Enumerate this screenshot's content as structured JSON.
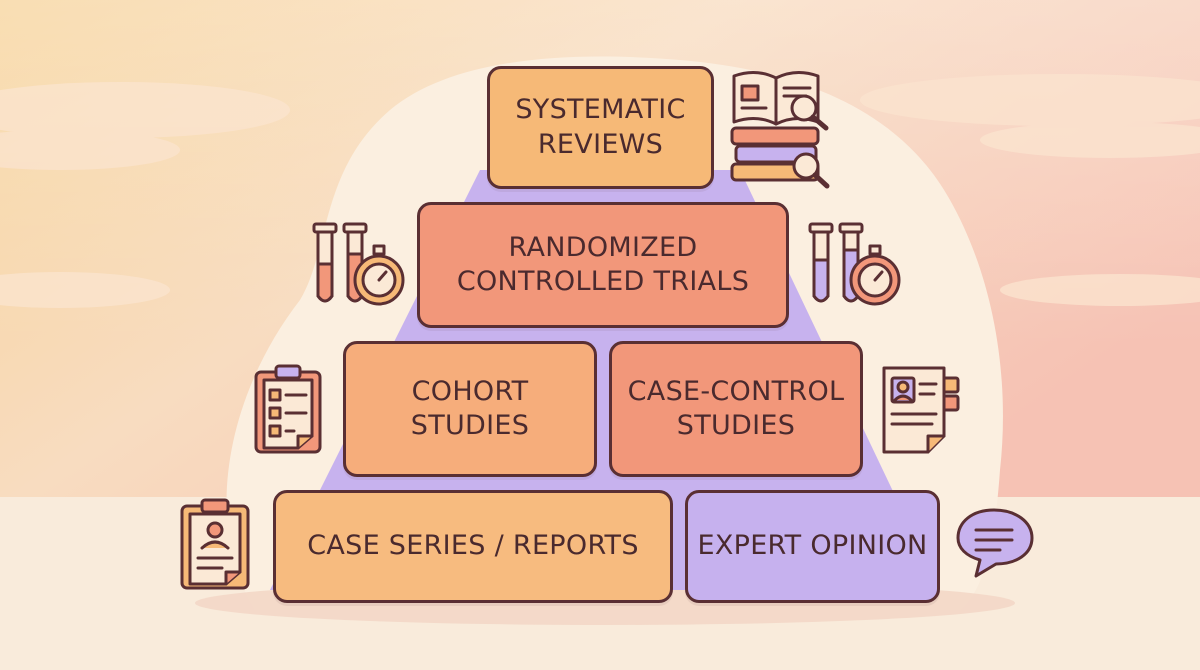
{
  "diagram": {
    "levels": [
      {
        "id": "systematic",
        "label": "SYSTEMATIC\nREVIEWS",
        "color": "#f6b977",
        "icon": "books-magnifier-icon"
      },
      {
        "id": "rct",
        "label": "RANDOMIZED\nCONTROLLED TRIALS",
        "color": "#f2977a",
        "icon": "test-tubes-stopwatch-icon"
      },
      {
        "id": "cohort",
        "label": "COHORT\nSTUDIES",
        "color": "#f6ad7b",
        "icon": "clipboard-checklist-icon"
      },
      {
        "id": "case_control",
        "label": "CASE-CONTROL\nSTUDIES",
        "color": "#f2977a",
        "icon": "profile-document-icon"
      },
      {
        "id": "case_series",
        "label": "CASE SERIES / REPORTS",
        "color": "#f7bb7f",
        "icon": "clipboard-profile-icon"
      },
      {
        "id": "expert",
        "label": "EXPERT OPINION",
        "color": "#c6b1ee",
        "icon": "speech-bubble-icon"
      }
    ],
    "colors": {
      "outline": "#5a2f33",
      "pyramid": "#c7b2ee",
      "text": "#4a2a2e",
      "sky_top": "#f8d9c2",
      "sky_left": "#f7c98a",
      "ground": "#f9ead9"
    }
  }
}
